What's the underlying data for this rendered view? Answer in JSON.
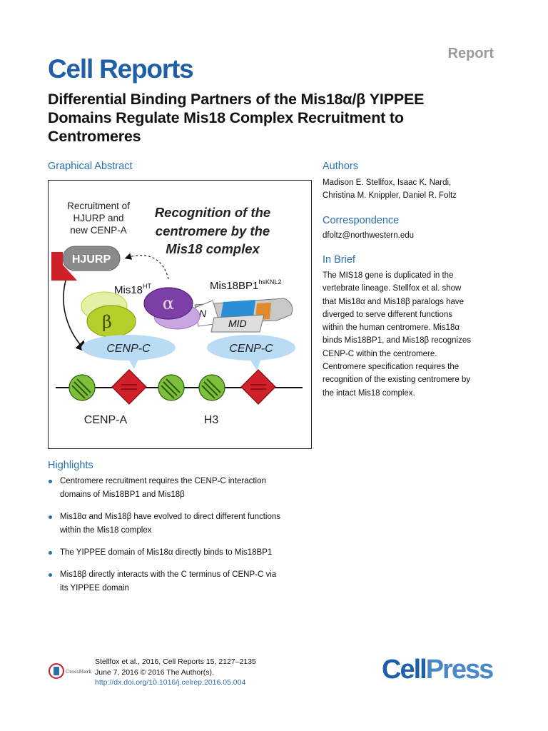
{
  "header": {
    "report_label": "Report",
    "journal_name": "Cell Reports",
    "title_line1": "Differential Binding Partners of the Mis18α/β YIPPEE",
    "title_line2": "Domains Regulate Mis18 Complex Recruitment to",
    "title_line3": "Centromeres"
  },
  "graphical_abstract": {
    "heading": "Graphical Abstract",
    "recruit_line1": "Recruitment of",
    "recruit_line2": "HJURP and",
    "recruit_line3": "new CENP-A",
    "caption_line1": "Recognition of the",
    "caption_line2": "centromere by the",
    "caption_line3": "Mis18 complex",
    "hjurp": "HJURP",
    "mis18": "Mis18",
    "mis18_sup": "HT",
    "mis18bp1": "Mis18BP1",
    "mis18bp1_sup": "hsKNL2",
    "alpha": "α",
    "beta": "β",
    "n_label": "N",
    "mid_label": "MID",
    "cenpc_left": "CENP-C",
    "cenpc_right": "CENP-C",
    "cenpa": "CENP-A",
    "h3": "H3",
    "colors": {
      "hjurp": "#8a8a8a",
      "cenpa_red": "#d0202a",
      "nucleosome_green": "#7cc03a",
      "mis18a_purple": "#7b3fa6",
      "mis18b_green": "#b7cf2a",
      "cenpc_blue": "#b9dcf4"
    }
  },
  "authors": {
    "heading": "Authors",
    "line1": "Madison E. Stellfox, Isaac K. Nardi,",
    "line2": "Christina M. Knippler, Daniel R. Foltz"
  },
  "correspondence": {
    "heading": "Correspondence",
    "email": "dfoltz@northwestern.edu"
  },
  "in_brief": {
    "heading": "In Brief",
    "lines": [
      "The MIS18 gene is duplicated in the",
      "vertebrate lineage. Stellfox et al. show",
      "that Mis18α and Mis18β paralogs have",
      "diverged to serve different functions",
      "within the human centromere. Mis18α",
      "binds Mis18BP1, and Mis18β recognizes",
      "CENP-C within the centromere.",
      "Centromere specification requires the",
      "recognition of the existing centromere by",
      "the intact Mis18 complex."
    ]
  },
  "highlights": {
    "heading": "Highlights",
    "items": [
      {
        "line1": "Centromere recruitment requires the CENP-C interaction",
        "line2": "domains of Mis18BP1 and Mis18β"
      },
      {
        "line1": "Mis18α and Mis18β have evolved to direct different functions",
        "line2": "within the Mis18 complex"
      },
      {
        "line1": "The YIPPEE domain of Mis18α directly binds to Mis18BP1",
        "line2": ""
      },
      {
        "line1": "Mis18β directly interacts with the C terminus of CENP-C via",
        "line2": "its YIPPEE domain"
      }
    ]
  },
  "footer": {
    "citation": "Stellfox et al., 2016, Cell Reports 15, 2127–2135",
    "date_line": "June 7, 2016 © 2016 The Author(s).",
    "doi": "http://dx.doi.org/10.1016/j.celrep.2016.05.004",
    "crossmark": "CrossMark",
    "publisher_cell": "Cell",
    "publisher_press": "Press"
  }
}
